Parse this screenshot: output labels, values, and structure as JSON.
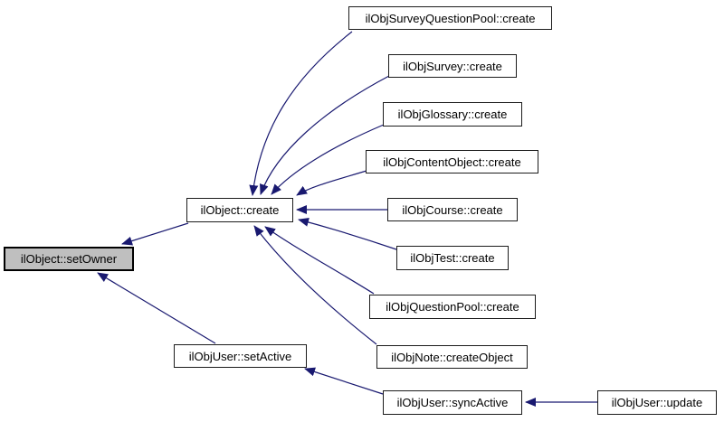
{
  "diagram": {
    "type": "caller-graph",
    "edge_color": "#191970",
    "highlight_fill": "#bfbfbf",
    "nodes": {
      "set_owner": {
        "label": "ilObject::setOwner",
        "highlighted": true
      },
      "create": {
        "label": "ilObject::create"
      },
      "survey_question_pool": {
        "label": "ilObjSurveyQuestionPool::create"
      },
      "survey": {
        "label": "ilObjSurvey::create"
      },
      "glossary": {
        "label": "ilObjGlossary::create"
      },
      "content_object": {
        "label": "ilObjContentObject::create"
      },
      "course": {
        "label": "ilObjCourse::create"
      },
      "test": {
        "label": "ilObjTest::create"
      },
      "question_pool": {
        "label": "ilObjQuestionPool::create"
      },
      "note": {
        "label": "ilObjNote::createObject"
      },
      "set_active": {
        "label": "ilObjUser::setActive"
      },
      "sync_active": {
        "label": "ilObjUser::syncActive"
      },
      "update": {
        "label": "ilObjUser::update"
      }
    },
    "edges": [
      {
        "from": "ilObject::create",
        "to": "ilObject::setOwner"
      },
      {
        "from": "ilObjUser::setActive",
        "to": "ilObject::setOwner"
      },
      {
        "from": "ilObjSurveyQuestionPool::create",
        "to": "ilObject::create"
      },
      {
        "from": "ilObjSurvey::create",
        "to": "ilObject::create"
      },
      {
        "from": "ilObjGlossary::create",
        "to": "ilObject::create"
      },
      {
        "from": "ilObjContentObject::create",
        "to": "ilObject::create"
      },
      {
        "from": "ilObjCourse::create",
        "to": "ilObject::create"
      },
      {
        "from": "ilObjTest::create",
        "to": "ilObject::create"
      },
      {
        "from": "ilObjQuestionPool::create",
        "to": "ilObject::create"
      },
      {
        "from": "ilObjNote::createObject",
        "to": "ilObject::create"
      },
      {
        "from": "ilObjUser::syncActive",
        "to": "ilObjUser::setActive"
      },
      {
        "from": "ilObjUser::update",
        "to": "ilObjUser::syncActive"
      }
    ]
  }
}
